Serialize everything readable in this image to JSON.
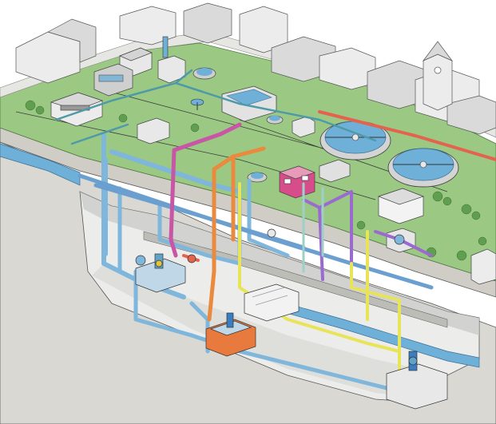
{
  "diagram": {
    "kind": "isometric cutaway of a water treatment plant with underground pipe network",
    "labels_visible": false,
    "surface": {
      "buildings": [
        "city-block-back",
        "clock-tower",
        "control-building",
        "pink-lab-building",
        "white-pump-house",
        "right-utility-building"
      ],
      "tanks": [
        "large-clarifier-tank-1",
        "large-clarifier-tank-2",
        "aeration-basin",
        "small-round-tank-1",
        "small-round-tank-2"
      ],
      "trees": 12
    },
    "underground": {
      "levels": 3,
      "pump_stations": [
        "pump-station-upper-left",
        "pump-station-center",
        "pump-station-lower-right"
      ],
      "storage": [
        "filter-block"
      ]
    },
    "pipe_colors": {
      "potable": "#7fb6dc",
      "raw": "#6a9fcf",
      "sludge": "#e98a3e",
      "chemical": "#c955a6",
      "reuse": "#9b6ad0",
      "power": "#e8e45a",
      "overflow": "#e3634e",
      "drain": "#9fd0c8"
    },
    "palette": {
      "grass": "#9bc983",
      "soil": "#d7d5cf",
      "concrete": "#e7e7e5",
      "water": "#6fb0d8",
      "building": "#ececec",
      "accent_pink": "#d74d8c"
    }
  }
}
